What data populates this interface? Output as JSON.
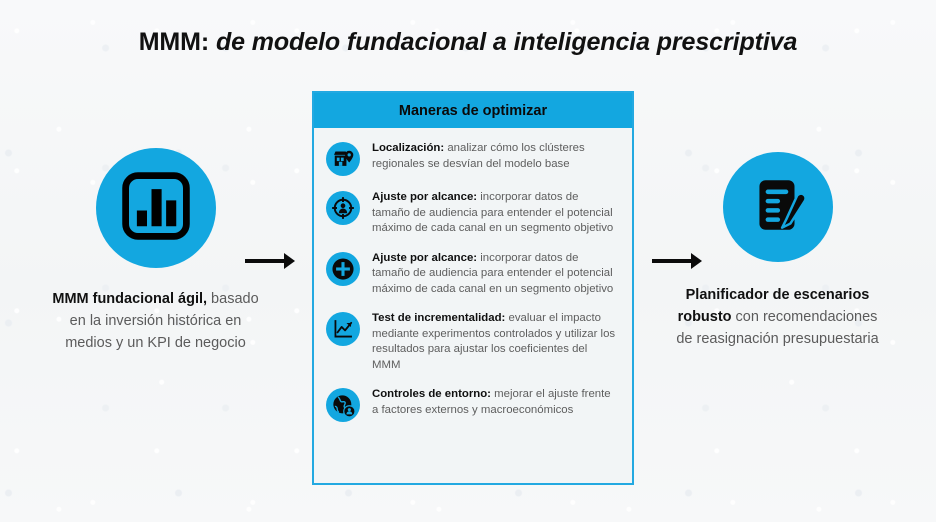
{
  "slide": {
    "title": {
      "bold_part": "MMM:",
      "italic_part": " de modelo fundacional a inteligencia prescriptiva"
    },
    "colors": {
      "accent_blue": "#13a7e0",
      "panel_border": "#23a9e1",
      "panel_background": "#f2f5f6",
      "slide_background": "#f6f7f8",
      "body_text": "#5b5b5b",
      "heading_text": "#111111"
    }
  },
  "left": {
    "icon_name": "bar-chart-icon",
    "caption_strong": "MMM fundacional ágil,",
    "caption_rest": " basado en la inversión histórica en medios y un KPI de negocio"
  },
  "arrows": {
    "first": "arrow-right-icon",
    "second": "arrow-right-icon"
  },
  "panel": {
    "header": "Maneras de optimizar",
    "items": [
      {
        "icon_name": "store-location-pin-icon",
        "lead": "Localización:",
        "text": " analizar cómo los clústeres regionales se desvían del modelo base"
      },
      {
        "icon_name": "target-audience-icon",
        "lead": "Ajuste por alcance:",
        "text": " incorporar datos de tamaño de audiencia para entender el potencial máximo de cada canal en un segmento objetivo"
      },
      {
        "icon_name": "plus-circle-icon",
        "lead": "Ajuste por alcance:",
        "text": " incorporar datos de tamaño de audiencia para entender el potencial máximo de cada canal en un segmento objetivo"
      },
      {
        "icon_name": "line-chart-icon",
        "lead": "Test de incrementalidad:",
        "text": " evaluar el impacto mediante experimentos controlados y utilizar los resultados para ajustar los coeficientes del MMM"
      },
      {
        "icon_name": "globe-controls-icon",
        "lead": "Controles de entorno:",
        "text": " mejorar el ajuste frente a factores externos y macroeconómicos"
      }
    ]
  },
  "right": {
    "icon_name": "document-edit-icon",
    "caption_strong": "Planificador de escenarios robusto",
    "caption_rest": " con recomendaciones de reasignación presupuestaria"
  }
}
